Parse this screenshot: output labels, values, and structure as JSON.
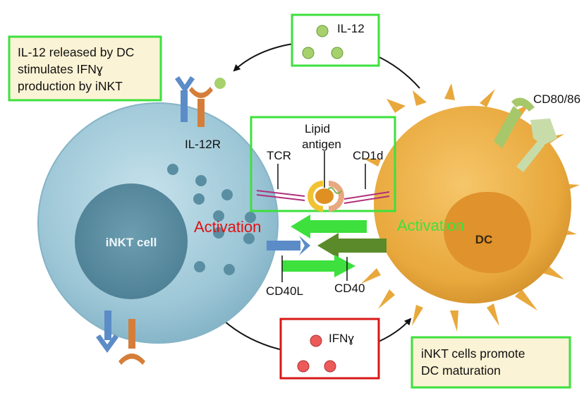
{
  "notes": {
    "il12_release": [
      "IL-12 released by DC",
      "stimulates IFNɣ",
      "production by iNKT"
    ],
    "dc_maturation": [
      "iNKT cells promote",
      "DC maturation"
    ]
  },
  "labels": {
    "il12": "IL-12",
    "il12r": "IL-12R",
    "cd80_86": "CD80/86",
    "tcr": "TCR",
    "lipid_antigen_line1": "Lipid",
    "lipid_antigen_line2": "antigen",
    "cd1d": "CD1d",
    "cd40l": "CD40L",
    "cd40": "CD40",
    "ifng": "IFNɣ"
  },
  "cells": {
    "inkt": "iNKT cell",
    "dc": "DC"
  },
  "activation": {
    "left": "Activation",
    "right": "Activation"
  },
  "colors": {
    "inkt_cell": "#9cc6d6",
    "inkt_nucleus": "#5e8fa3",
    "dc_cell": "#e8a83c",
    "dc_nucleus": "#e0922c",
    "box_green": "#3de03d",
    "box_red": "#d81818",
    "activation_red": "#e01010",
    "activation_green": "#3de03d",
    "il12_dot": "#a6d16c",
    "ifng_dot": "#ec5a5a",
    "note_bg": "#fbf3d5",
    "receptor_blue": "#5b8cc8",
    "receptor_orange": "#d57e3a"
  }
}
